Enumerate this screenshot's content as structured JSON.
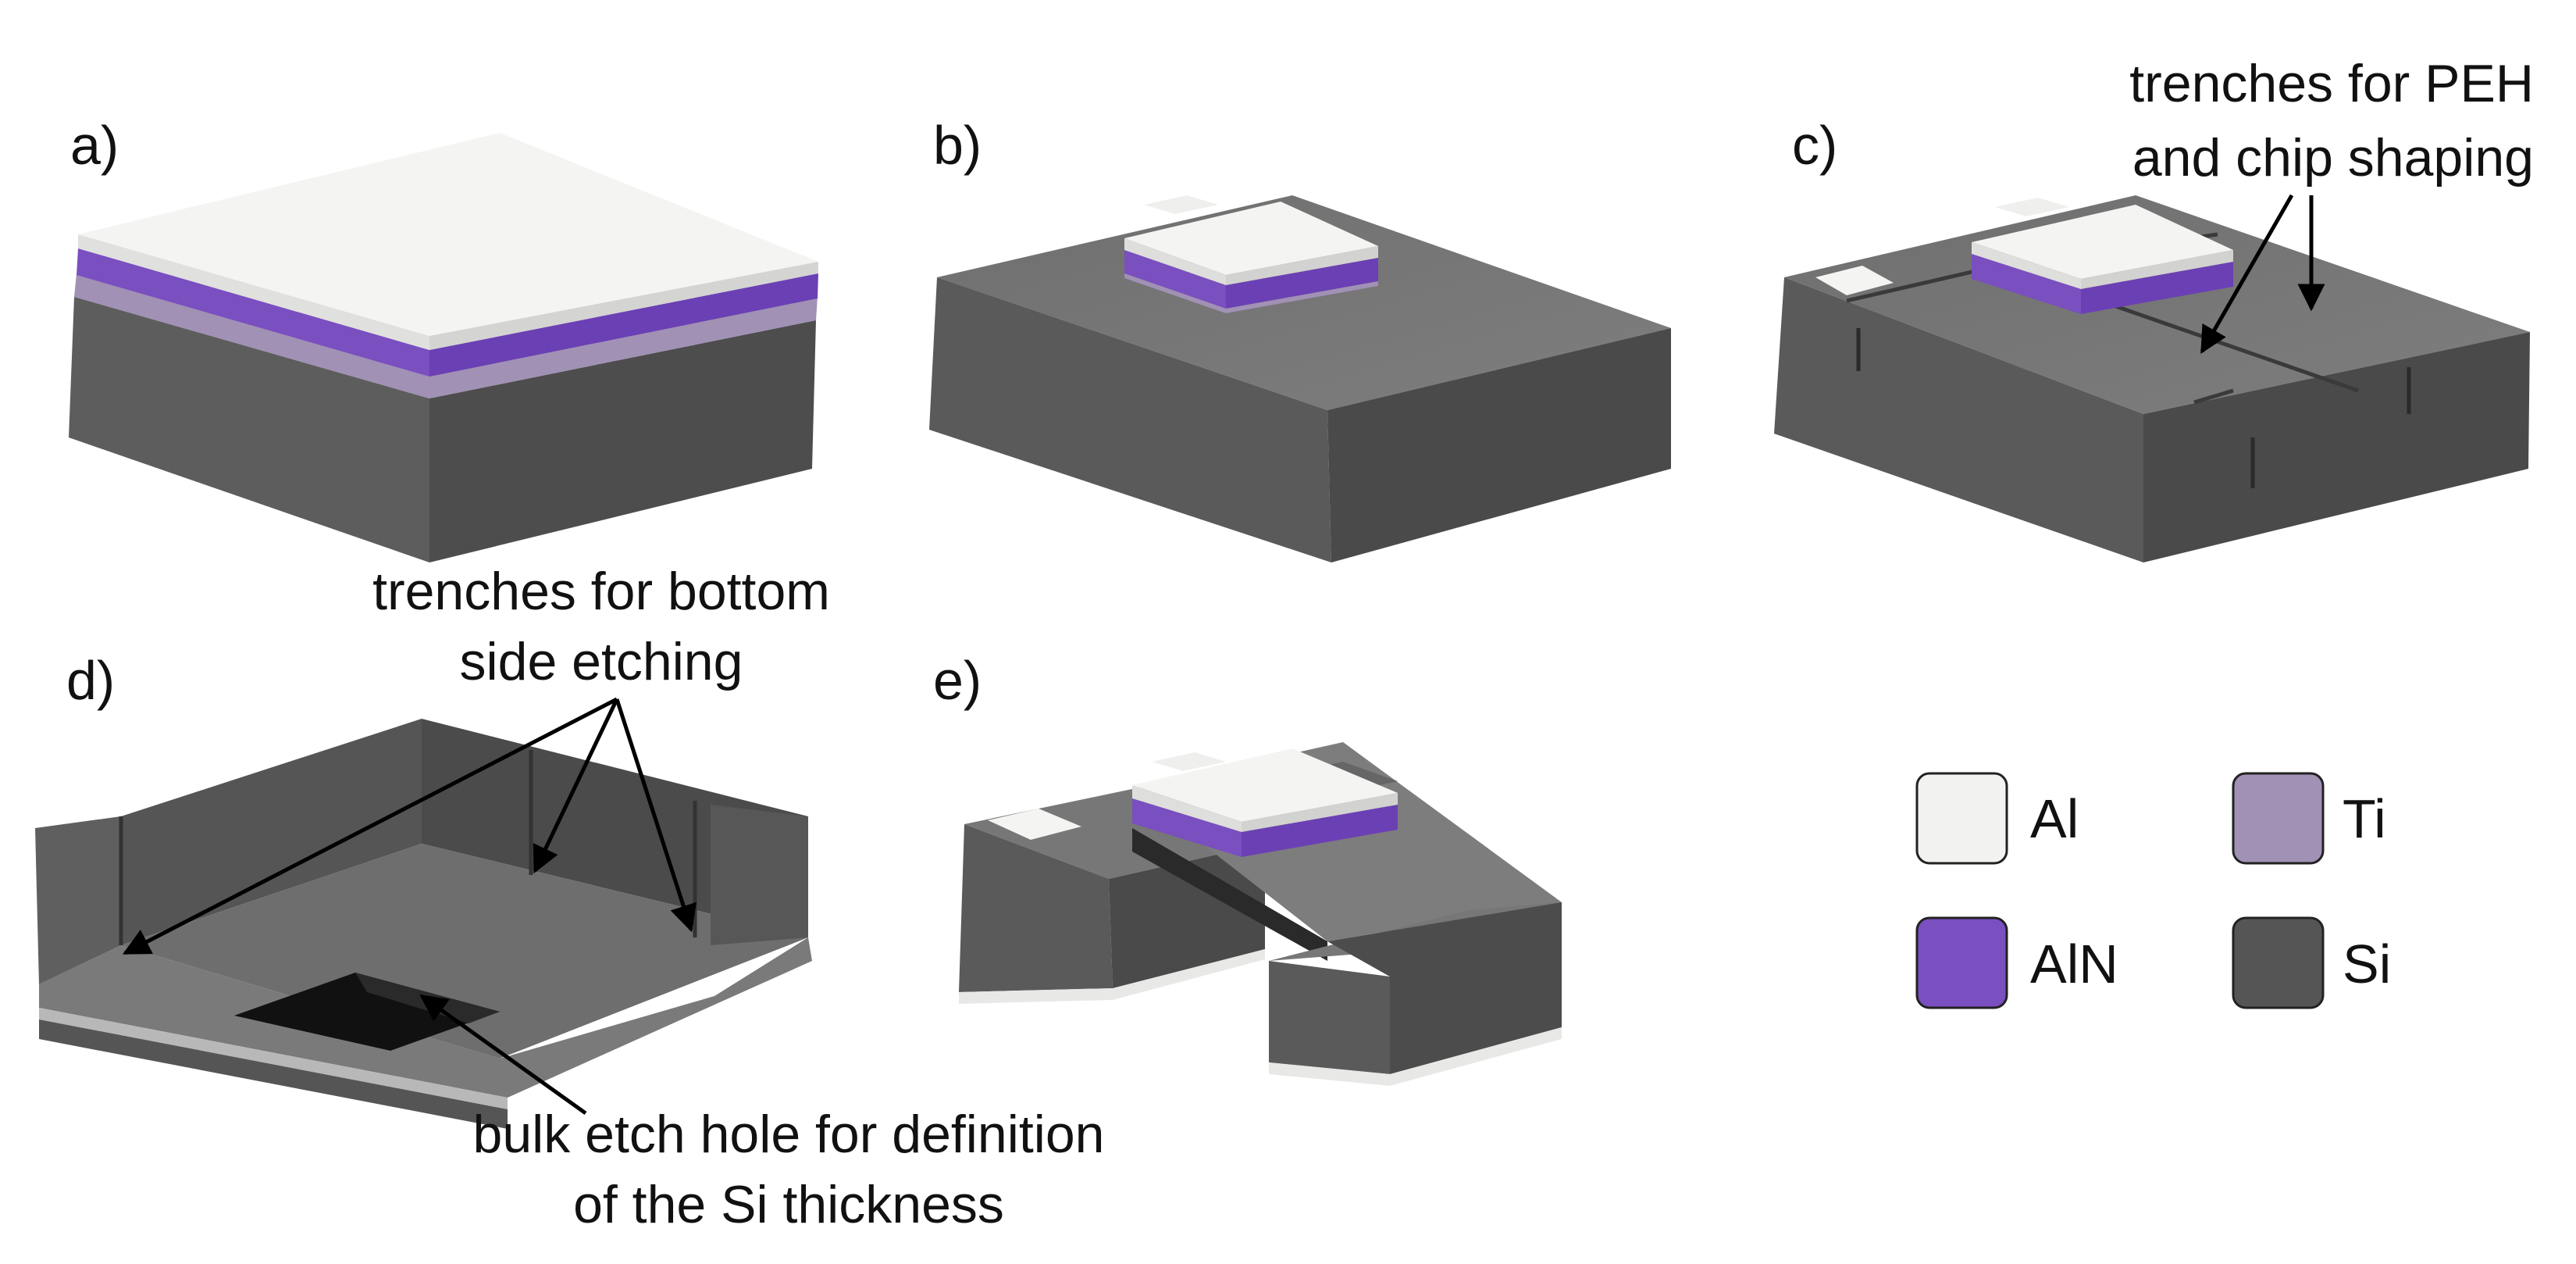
{
  "panels": [
    {
      "label": "a)"
    },
    {
      "label": "b)"
    },
    {
      "label": "c)"
    },
    {
      "label": "d)"
    },
    {
      "label": "e)"
    }
  ],
  "annotations": {
    "peh_trenches": [
      "trenches for PEH",
      "and chip shaping"
    ],
    "bottom_trenches": [
      "trenches for bottom",
      "side etching"
    ],
    "bulk_hole": [
      "bulk etch hole for definition",
      "of the Si thickness"
    ]
  },
  "legend": [
    {
      "label": "Al",
      "color": "#f2f2f0"
    },
    {
      "label": "Ti",
      "color": "#a191b5"
    },
    {
      "label": "AlN",
      "color": "#7a4fc0"
    },
    {
      "label": "Si",
      "color": "#555555"
    }
  ],
  "colors": {
    "si_top": "#777777",
    "si_left": "#5a5a5a",
    "si_right": "#4c4c4c",
    "si_dark": "#1a1a1a",
    "al_top": "#f4f4f2",
    "al_side": "#dcdcda",
    "aln": "#7a4fc0",
    "aln_dark": "#6a3fb0",
    "ti": "#a191b5",
    "arrow": "#000000"
  }
}
